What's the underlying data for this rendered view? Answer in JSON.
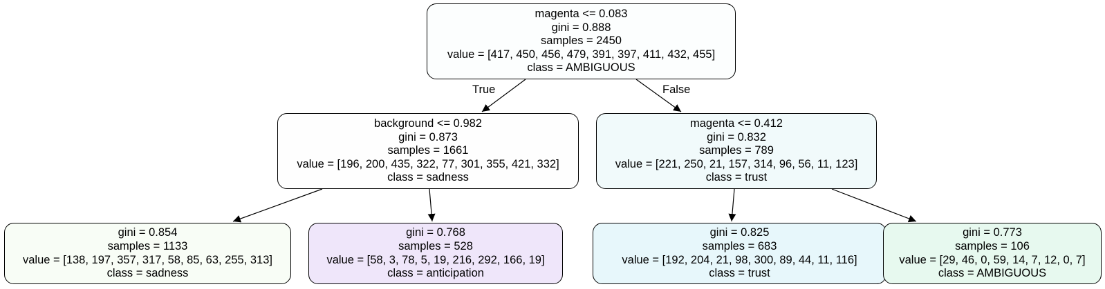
{
  "colors": {
    "edge": "#000000",
    "border": "#000000",
    "text": "#000000"
  },
  "tree": {
    "nodes": [
      {
        "id": 0,
        "fill": "#fcfefe",
        "lines": [
          "magenta <= 0.083",
          "gini = 0.888",
          "samples = 2450",
          "value = [417, 450, 456, 479, 391, 397, 411, 432, 455]",
          "class = AMBIGUOUS"
        ]
      },
      {
        "id": 1,
        "fill": "#fefefe",
        "lines": [
          "background <= 0.982",
          "gini = 0.873",
          "samples = 1661",
          "value = [196, 200, 435, 322, 77, 301, 355, 421, 332]",
          "class = sadness"
        ]
      },
      {
        "id": 2,
        "fill": "#f1fafb",
        "lines": [
          "magenta <= 0.412",
          "gini = 0.832",
          "samples = 789",
          "value = [221, 250, 21, 157, 314, 96, 56, 11, 123]",
          "class = trust"
        ]
      },
      {
        "id": 3,
        "fill": "#f8fdf6",
        "lines": [
          "gini = 0.854",
          "samples = 1133",
          "value = [138, 197, 357, 317, 58, 85, 63, 255, 313]",
          "class = sadness"
        ]
      },
      {
        "id": 4,
        "fill": "#efe6fa",
        "lines": [
          "gini = 0.768",
          "samples = 528",
          "value = [58, 3, 78, 5, 19, 216, 292, 166, 19]",
          "class = anticipation"
        ]
      },
      {
        "id": 5,
        "fill": "#e7f7fb",
        "lines": [
          "gini = 0.825",
          "samples = 683",
          "value = [192, 204, 21, 98, 300, 89, 44, 11, 116]",
          "class = trust"
        ]
      },
      {
        "id": 6,
        "fill": "#e7f9ef",
        "lines": [
          "gini = 0.773",
          "samples = 106",
          "value = [29, 46, 0, 59, 14, 7, 12, 0, 7]",
          "class = AMBIGUOUS"
        ]
      }
    ],
    "edges": [
      {
        "from": 0,
        "to": 1,
        "label": "True"
      },
      {
        "from": 0,
        "to": 2,
        "label": "False"
      },
      {
        "from": 1,
        "to": 3,
        "label": ""
      },
      {
        "from": 1,
        "to": 4,
        "label": ""
      },
      {
        "from": 2,
        "to": 5,
        "label": ""
      },
      {
        "from": 2,
        "to": 6,
        "label": ""
      }
    ]
  }
}
